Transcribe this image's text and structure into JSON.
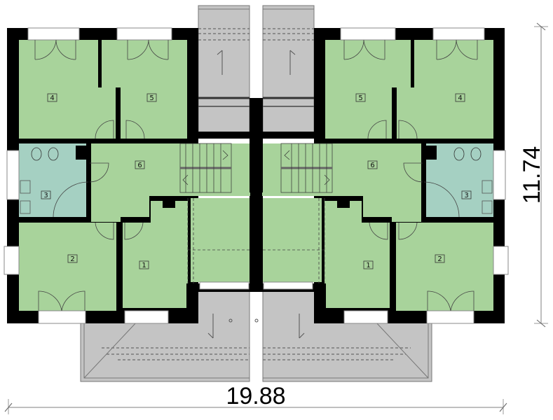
{
  "plan": {
    "type": "semi-detached house floor plan (mirrored units)",
    "colors": {
      "room": "#a8d39b",
      "bathroom": "#a5d0c2",
      "wall": "#000000",
      "terrace": "#c4c4c4",
      "dimension_line": "#aaaaaa"
    },
    "dimensions": {
      "width": "19.88",
      "depth": "11.74"
    },
    "left_unit": {
      "rooms": [
        {
          "id": "1",
          "label": "1"
        },
        {
          "id": "2",
          "label": "2"
        },
        {
          "id": "3",
          "label": "3"
        },
        {
          "id": "4",
          "label": "4"
        },
        {
          "id": "5",
          "label": "5"
        },
        {
          "id": "6",
          "label": "6"
        }
      ]
    },
    "right_unit": {
      "rooms": [
        {
          "id": "1",
          "label": "1"
        },
        {
          "id": "2",
          "label": "2"
        },
        {
          "id": "3",
          "label": "3"
        },
        {
          "id": "4",
          "label": "4"
        },
        {
          "id": "5",
          "label": "5"
        },
        {
          "id": "6",
          "label": "6"
        }
      ]
    }
  }
}
